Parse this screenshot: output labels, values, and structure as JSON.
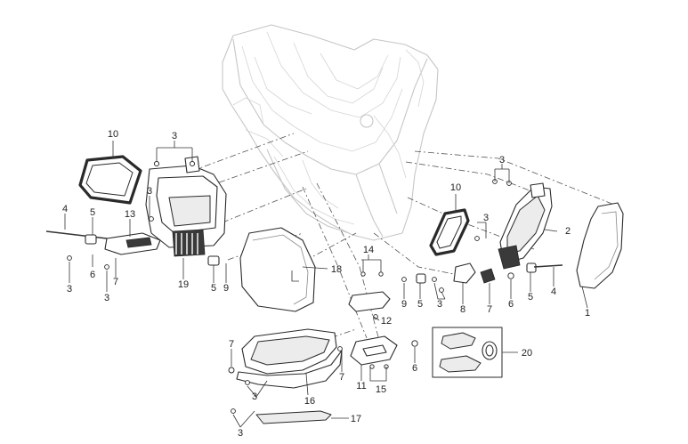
{
  "callouts": [
    {
      "id": "c1",
      "label": "1"
    },
    {
      "id": "c2",
      "label": "2"
    },
    {
      "id": "c3a",
      "label": "3"
    },
    {
      "id": "c3b",
      "label": "3"
    },
    {
      "id": "c3c",
      "label": "3"
    },
    {
      "id": "c3d",
      "label": "3"
    },
    {
      "id": "c3e",
      "label": "3"
    },
    {
      "id": "c3f",
      "label": "3"
    },
    {
      "id": "c3g",
      "label": "3"
    },
    {
      "id": "c3h",
      "label": "3"
    },
    {
      "id": "c3i",
      "label": "3"
    },
    {
      "id": "c4a",
      "label": "4"
    },
    {
      "id": "c4b",
      "label": "4"
    },
    {
      "id": "c5a",
      "label": "5"
    },
    {
      "id": "c5b",
      "label": "5"
    },
    {
      "id": "c5c",
      "label": "5"
    },
    {
      "id": "c5d",
      "label": "5"
    },
    {
      "id": "c6a",
      "label": "6"
    },
    {
      "id": "c6b",
      "label": "6"
    },
    {
      "id": "c6c",
      "label": "6"
    },
    {
      "id": "c7a",
      "label": "7"
    },
    {
      "id": "c7b",
      "label": "7"
    },
    {
      "id": "c7c",
      "label": "7"
    },
    {
      "id": "c7d",
      "label": "7"
    },
    {
      "id": "c8",
      "label": "8"
    },
    {
      "id": "c9a",
      "label": "9"
    },
    {
      "id": "c9b",
      "label": "9"
    },
    {
      "id": "c10a",
      "label": "10"
    },
    {
      "id": "c10b",
      "label": "10"
    },
    {
      "id": "c11",
      "label": "11"
    },
    {
      "id": "c12",
      "label": "12"
    },
    {
      "id": "c13",
      "label": "13"
    },
    {
      "id": "c14",
      "label": "14"
    },
    {
      "id": "c15",
      "label": "15"
    },
    {
      "id": "c16",
      "label": "16"
    },
    {
      "id": "c17",
      "label": "17"
    },
    {
      "id": "c18",
      "label": "18"
    },
    {
      "id": "c19",
      "label": "19"
    },
    {
      "id": "c20",
      "label": "20"
    }
  ]
}
